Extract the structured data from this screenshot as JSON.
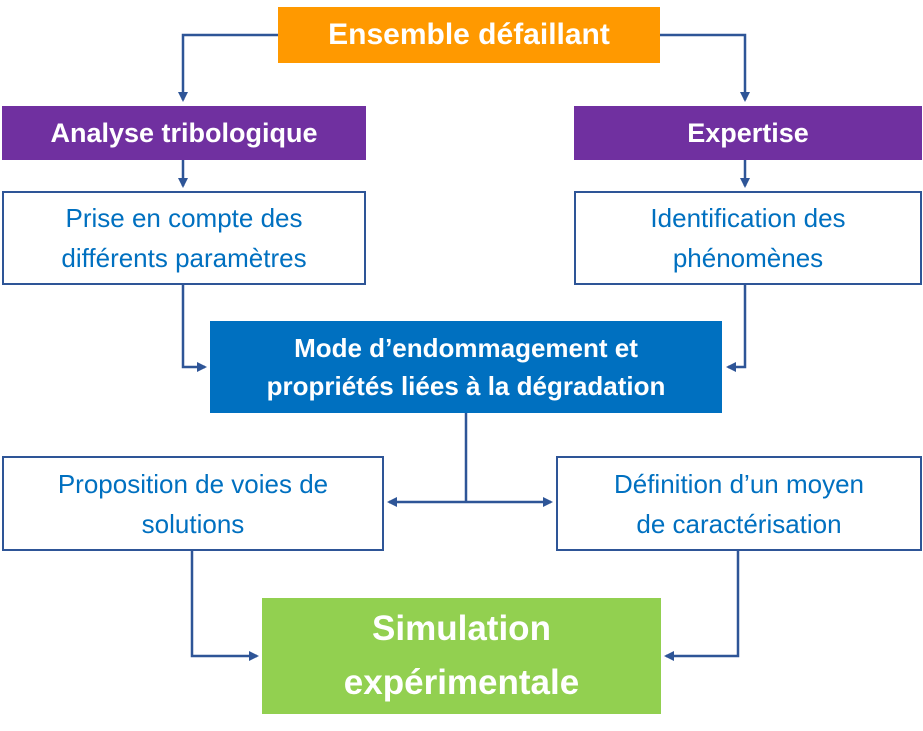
{
  "colors": {
    "top": "#ff9900",
    "branch": "#7030a0",
    "outline_border": "#2e5597",
    "outline_text": "#0070c0",
    "mode": "#0070c0",
    "final": "#92d050",
    "arrow": "#2e5597"
  },
  "nodes": {
    "ensemble": "Ensemble défaillant",
    "analyse": "Analyse tribologique",
    "expertise": "Expertise",
    "prise": "Prise en compte des\ndifférents paramètres",
    "identification": "Identification des\nphénomènes",
    "mode": "Mode d’endommagement et\npropriétés liées à la dégradation",
    "proposition": "Proposition de voies de\nsolutions",
    "definition": "Définition d’un moyen\nde caractérisation",
    "simulation": "Simulation\nexpérimentale"
  }
}
